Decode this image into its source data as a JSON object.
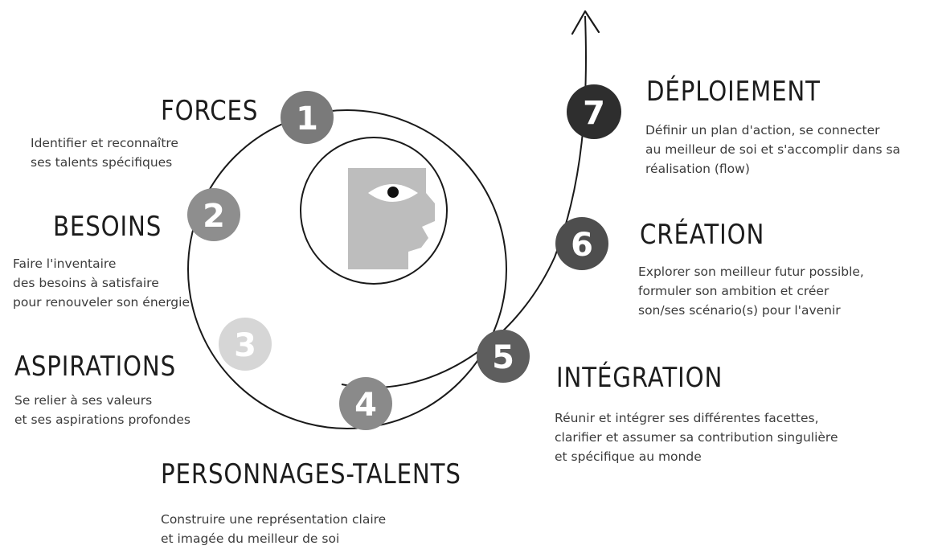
{
  "steps": [
    {
      "number": "1",
      "title": "FORCES",
      "color": "#7a7a7a",
      "text_color": "#ffffff",
      "lines": [
        "Identifier et reconnaître",
        "ses talents spécifiques"
      ]
    },
    {
      "number": "2",
      "title": "BESOINS",
      "color": "#8e8e8e",
      "text_color": "#ffffff",
      "lines": [
        "Faire l'inventaire",
        "des besoins à satisfaire",
        "pour renouveler son énergie"
      ]
    },
    {
      "number": "3",
      "title": "ASPIRATIONS",
      "color": "#d6d6d6",
      "text_color": "#ffffff",
      "lines": [
        "Se relier à ses valeurs",
        "et ses aspirations profondes"
      ]
    },
    {
      "number": "4",
      "title": "PERSONNAGES-TALENTS",
      "color": "#8a8a8a",
      "text_color": "#ffffff",
      "lines": [
        "Construire une représentation claire",
        "et imagée du meilleur de soi"
      ]
    },
    {
      "number": "5",
      "title": "INTÉGRATION",
      "color": "#5e5e5e",
      "text_color": "#ffffff",
      "lines": [
        "Réunir et intégrer ses différentes facettes,",
        "clarifier et assumer sa contribution singulière",
        "et spécifique au monde"
      ]
    },
    {
      "number": "6",
      "title": "CRÉATION",
      "color": "#4e4e4e",
      "text_color": "#ffffff",
      "lines": [
        "Explorer son meilleur futur possible,",
        "formuler son ambition et créer",
        "son/ses scénario(s) pour l'avenir"
      ]
    },
    {
      "number": "7",
      "title": "DÉPLOIEMENT",
      "color": "#2e2e2e",
      "text_color": "#ffffff",
      "lines": [
        "Définir un plan d'action, se connecter",
        "au meilleur de soi et s'accomplir dans sa",
        "réalisation (flow)"
      ]
    }
  ],
  "colors": {
    "line": "#1a1a1a",
    "head": "#bdbdbd",
    "eye": "#111111"
  }
}
